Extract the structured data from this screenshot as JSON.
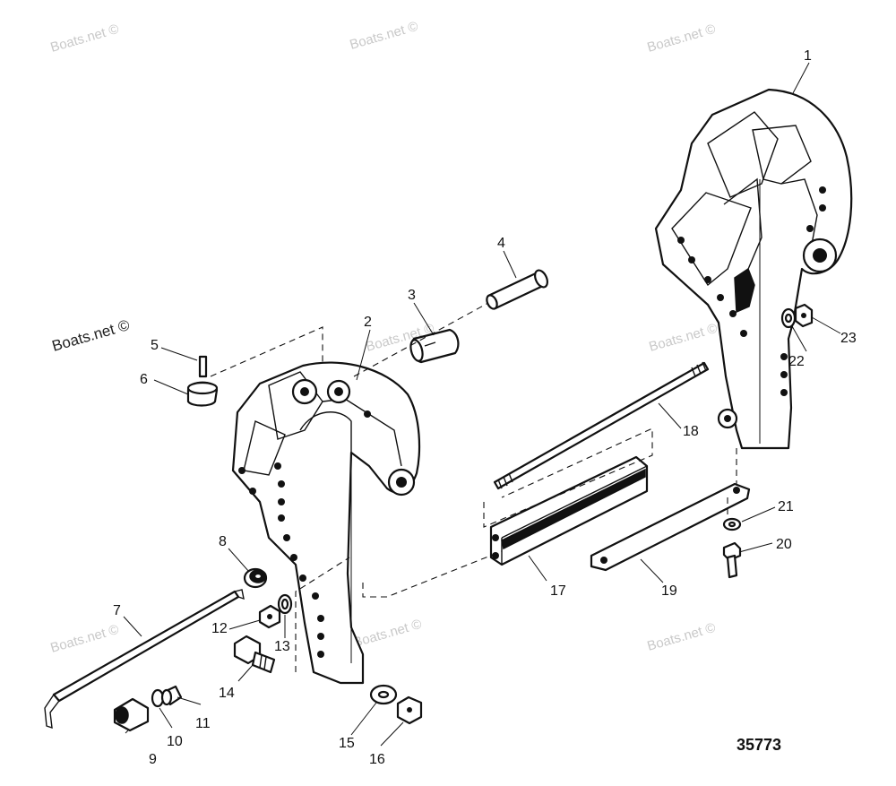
{
  "figure_number": "35773",
  "watermarks": [
    {
      "text": "Boats.net ©",
      "style": "light"
    },
    {
      "text": "Boats.net ©",
      "style": "light"
    },
    {
      "text": "Boats.net ©",
      "style": "light"
    },
    {
      "text": "Boats.net ©",
      "style": "dark"
    },
    {
      "text": "Boats.net ©",
      "style": "light"
    },
    {
      "text": "Boats.net ©",
      "style": "light"
    },
    {
      "text": "Boats.net ©",
      "style": "light"
    },
    {
      "text": "Boats.net ©",
      "style": "light"
    },
    {
      "text": "Boats.net ©",
      "style": "light"
    }
  ],
  "callouts": [
    {
      "number": "1"
    },
    {
      "number": "2"
    },
    {
      "number": "3"
    },
    {
      "number": "4"
    },
    {
      "number": "5"
    },
    {
      "number": "6"
    },
    {
      "number": "7"
    },
    {
      "number": "8"
    },
    {
      "number": "9"
    },
    {
      "number": "10"
    },
    {
      "number": "11"
    },
    {
      "number": "12"
    },
    {
      "number": "13"
    },
    {
      "number": "14"
    },
    {
      "number": "15"
    },
    {
      "number": "16"
    },
    {
      "number": "17"
    },
    {
      "number": "18"
    },
    {
      "number": "19"
    },
    {
      "number": "20"
    },
    {
      "number": "21"
    },
    {
      "number": "22"
    },
    {
      "number": "23"
    }
  ]
}
